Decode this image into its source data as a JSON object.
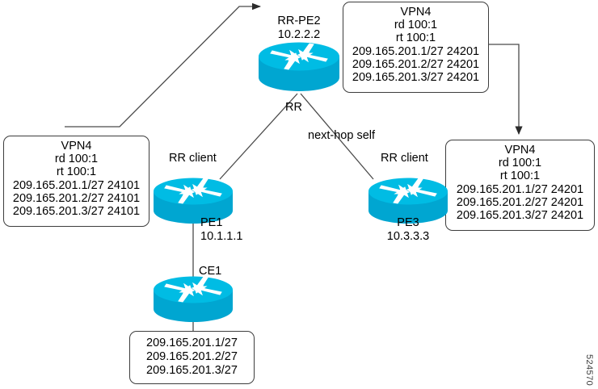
{
  "figure": {
    "id": "524570",
    "accent_cyan": "#00BCE4",
    "accent_cyan_dark": "#00A6D1",
    "line_color": "#4a4a4a",
    "text_color": "#000000"
  },
  "boxes": {
    "top_vpn4": {
      "title": "VPN4",
      "rd": "rd 100:1",
      "rt": "rt 100:1",
      "routes": [
        "209.165.201.1/27 24201",
        "209.165.201.2/27 24201",
        "209.165.201.3/27 24201"
      ]
    },
    "left_vpn4": {
      "title": "VPN4",
      "rd": "rd 100:1",
      "rt": "rt 100:1",
      "routes": [
        "209.165.201.1/27 24101",
        "209.165.201.2/27 24101",
        "209.165.201.3/27 24101"
      ]
    },
    "right_vpn4": {
      "title": "VPN4",
      "rd": "rd 100:1",
      "rt": "rt 100:1",
      "routes": [
        "209.165.201.1/27 24201",
        "209.165.201.2/27 24201",
        "209.165.201.3/27 24201"
      ]
    },
    "ce1_prefixes": {
      "routes": [
        "209.165.201.1/27",
        "209.165.201.2/27",
        "209.165.201.3/27"
      ]
    }
  },
  "nodes": {
    "rr_pe2": {
      "name": "RR-PE2",
      "address": "10.2.2.2",
      "icon": "router-icon"
    },
    "pe1": {
      "role": "RR client",
      "name": "PE1",
      "address": "10.1.1.1",
      "icon": "router-icon"
    },
    "pe3": {
      "role": "RR client",
      "name": "PE3",
      "address": "10.3.3.3",
      "icon": "router-icon"
    },
    "ce1": {
      "name": "CE1",
      "icon": "router-icon"
    }
  },
  "link_labels": {
    "rr": "RR",
    "next_hop_self": "next-hop self"
  }
}
